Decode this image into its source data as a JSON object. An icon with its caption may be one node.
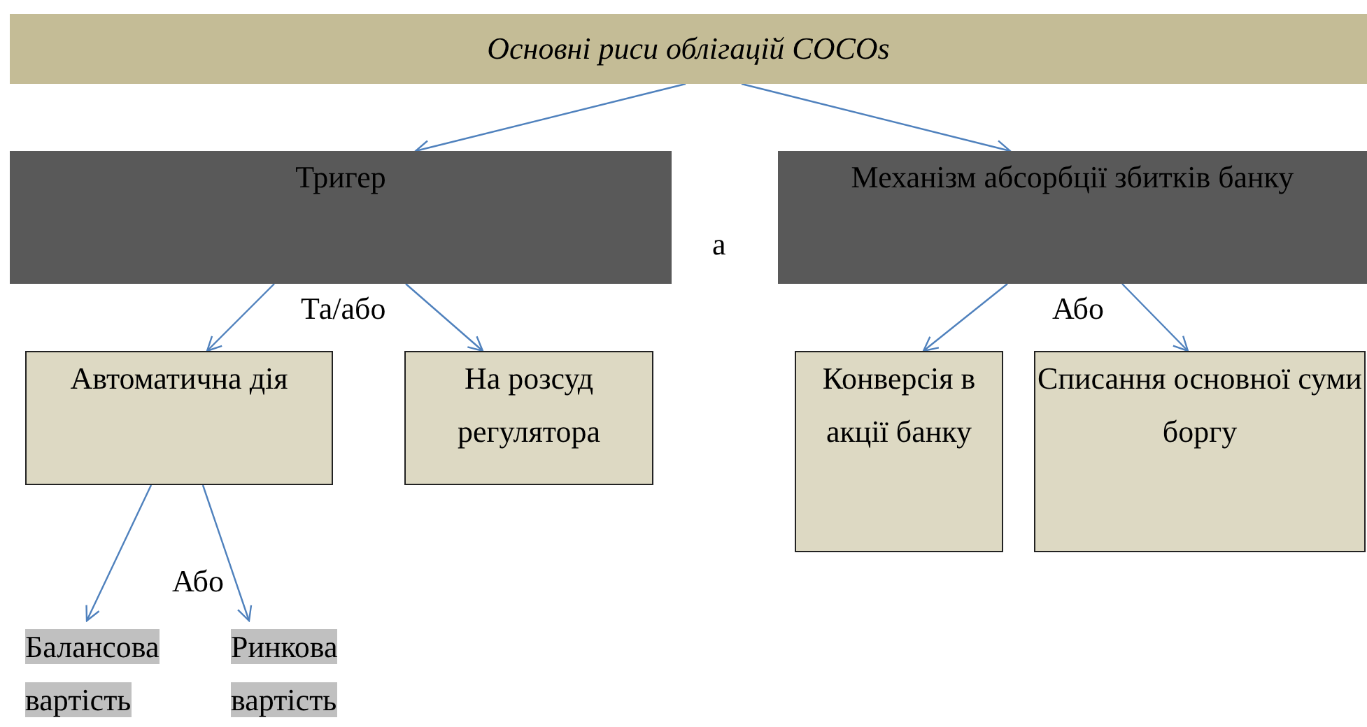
{
  "diagram": {
    "nodes": [
      {
        "text": [
          "Основні риси облігацій COCOs"
        ]
      },
      {
        "text": [
          "Тригер"
        ]
      },
      {
        "text": [
          "Механізм абсорбції збитків банку"
        ]
      },
      {
        "text": [
          "Автоматична дія"
        ]
      },
      {
        "text": [
          "На розсуд регулятора"
        ]
      },
      {
        "text": [
          "Конверсія в акції банку"
        ]
      },
      {
        "text": [
          "Списання основної суми боргу"
        ]
      },
      {
        "text": [
          "Балансова вартість"
        ]
      },
      {
        "text": [
          "Ринкова вартість"
        ]
      }
    ],
    "edges": [
      {
        "from": 0,
        "to": 1,
        "arrow": "to"
      },
      {
        "from": 0,
        "to": 2,
        "arrow": "to"
      },
      {
        "from": 1,
        "to": 3,
        "arrow": "to"
      },
      {
        "from": 1,
        "to": 4,
        "arrow": "to"
      },
      {
        "from": 2,
        "to": 5,
        "arrow": "to"
      },
      {
        "from": 2,
        "to": 6,
        "arrow": "to"
      },
      {
        "from": 3,
        "to": 7,
        "arrow": "to"
      },
      {
        "from": 3,
        "to": 8,
        "arrow": "to"
      }
    ],
    "labels": [
      "а",
      "Та/або",
      "Або",
      "Або"
    ]
  }
}
